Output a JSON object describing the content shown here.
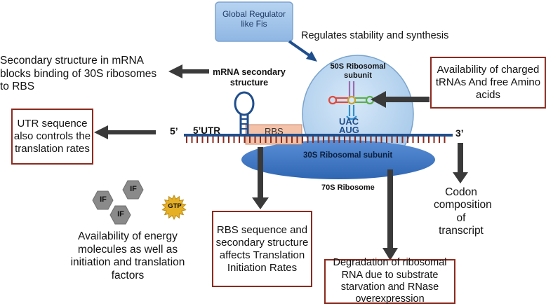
{
  "regulator": {
    "label": "Global Regulator like Fis",
    "color": "#9fc3ea"
  },
  "regulates_label": "Regulates stability and synthesis",
  "secondary_effect_text": "Secondary structure in mRNA blocks binding of 30S ribosomes to RBS",
  "mrna_secondary_label": "mRNA secondary structure",
  "subunit_50s_label": "50S Ribosomal subunit",
  "trna_box_text": "Availability of charged tRNAs And free Amino acids",
  "utr_box_text": "UTR sequence also controls the translation rates",
  "five_prime": "5’",
  "five_utr": "5’UTR",
  "rbs_label": "RBS",
  "anticodon": "UAC",
  "codon": "AUG",
  "three_prime": "3’",
  "subunit_30s_label": "30S Ribosomal subunit",
  "ribosome_70s_label": "70S Ribosome",
  "if_labels": [
    "IF",
    "IF",
    "IF"
  ],
  "gtp_label": "GTP",
  "energy_text": "Availability of energy molecules as well as initiation and translation factors",
  "rbs_box_text": "RBS sequence and secondary structure affects Translation Initiation Rates",
  "degradation_box_text": "Degradation of ribosomal RNA due to substrate starvation and RNase overexpression",
  "codon_comp_text": "Codon composition of transcript",
  "colors": {
    "box_border": "#8b2a1e",
    "mrna": "#1f4e8c",
    "subunit_50s": "#bcd8f2",
    "subunit_30s": "#3d78c8",
    "rbs_fill": "#f3c2a8",
    "arrow": "#3a3a3a",
    "hex_if": "#8a8a8a",
    "gtp": "#e5b026"
  }
}
